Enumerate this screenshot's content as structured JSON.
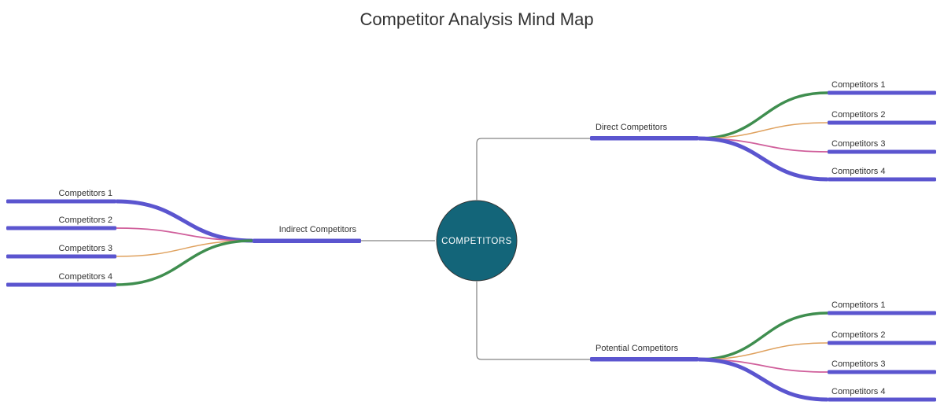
{
  "title": "Competitor Analysis Mind Map",
  "root": {
    "label": "COMPETITORS"
  },
  "branches": [
    {
      "label": "Direct Competitors",
      "position": "top-right",
      "children": [
        "Competitors 1",
        "Competitors 2",
        "Competitors 3",
        "Competitors 4"
      ]
    },
    {
      "label": "Indirect Competitors",
      "position": "left",
      "children": [
        "Competitors 1",
        "Competitors 2",
        "Competitors 3",
        "Competitors 4"
      ]
    },
    {
      "label": "Potential Competitors",
      "position": "bottom-right",
      "children": [
        "Competitors 1",
        "Competitors 2",
        "Competitors 3",
        "Competitors 4"
      ]
    }
  ],
  "colors": {
    "node_fill": "#136579",
    "branch_bar": "#5b55cf",
    "link_purple": "#5b55cf",
    "link_green": "#3f8e4f",
    "link_orange": "#dfa15e",
    "link_pink": "#d05f9b",
    "connector": "#666666"
  }
}
